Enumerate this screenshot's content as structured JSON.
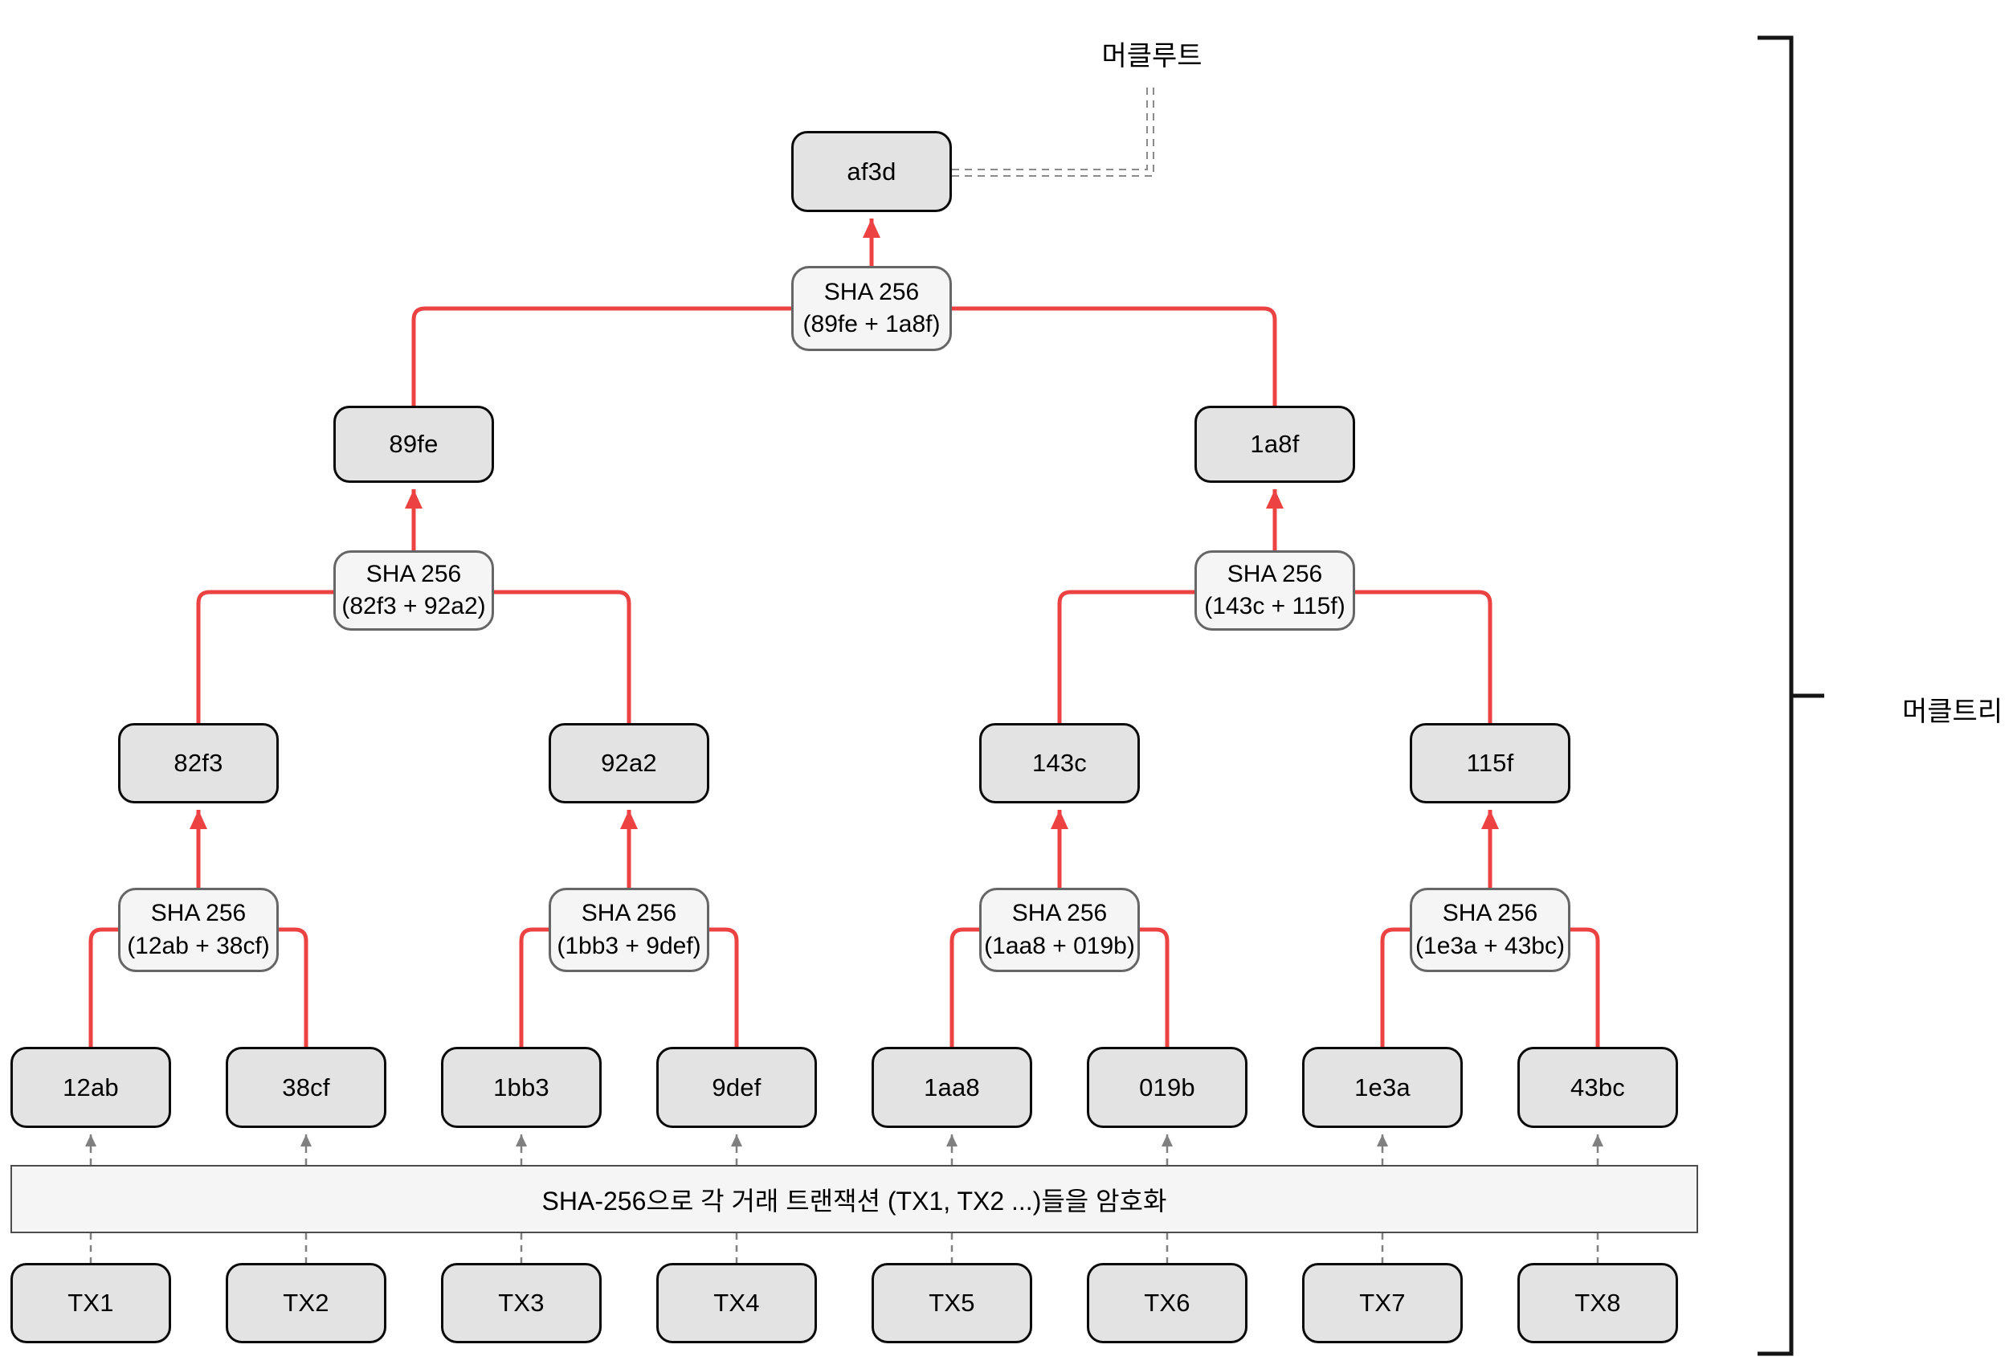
{
  "labels": {
    "merkle_root": "머클루트",
    "merkle_tree": "머클트리"
  },
  "bar": {
    "text": "SHA-256으로 각 거래 트랜잭션 (TX1, TX2 ...)들을 암호화"
  },
  "tree": {
    "root": {
      "label": "af3d"
    },
    "sha_top": {
      "line1": "SHA 256",
      "line2": "(89fe + 1a8f)"
    },
    "level3": [
      "89fe",
      "1a8f"
    ],
    "sha_l2": [
      {
        "line1": "SHA 256",
        "line2": "(82f3 + 92a2)"
      },
      {
        "line1": "SHA 256",
        "line2": "(143c + 115f)"
      }
    ],
    "level2": [
      "82f3",
      "92a2",
      "143c",
      "115f"
    ],
    "sha_l1": [
      {
        "line1": "SHA 256",
        "line2": "(12ab + 38cf)"
      },
      {
        "line1": "SHA 256",
        "line2": "(1bb3 + 9def)"
      },
      {
        "line1": "SHA 256",
        "line2": "(1aa8 + 019b)"
      },
      {
        "line1": "SHA 256",
        "line2": "(1e3a + 43bc)"
      }
    ],
    "leaves": [
      "12ab",
      "38cf",
      "1bb3",
      "9def",
      "1aa8",
      "019b",
      "1e3a",
      "43bc"
    ],
    "transactions": [
      "TX1",
      "TX2",
      "TX3",
      "TX4",
      "TX5",
      "TX6",
      "TX7",
      "TX8"
    ]
  },
  "colors": {
    "connector_red": "#ed4242",
    "node_fill": "#e3e3e3",
    "sha_fill": "#f5f5f5",
    "node_border": "#0a0a0a",
    "sha_border": "#666666",
    "dashed_gray": "#808080",
    "root_pointer_gray": "#8a8a8a",
    "bracket_black": "#141414"
  }
}
